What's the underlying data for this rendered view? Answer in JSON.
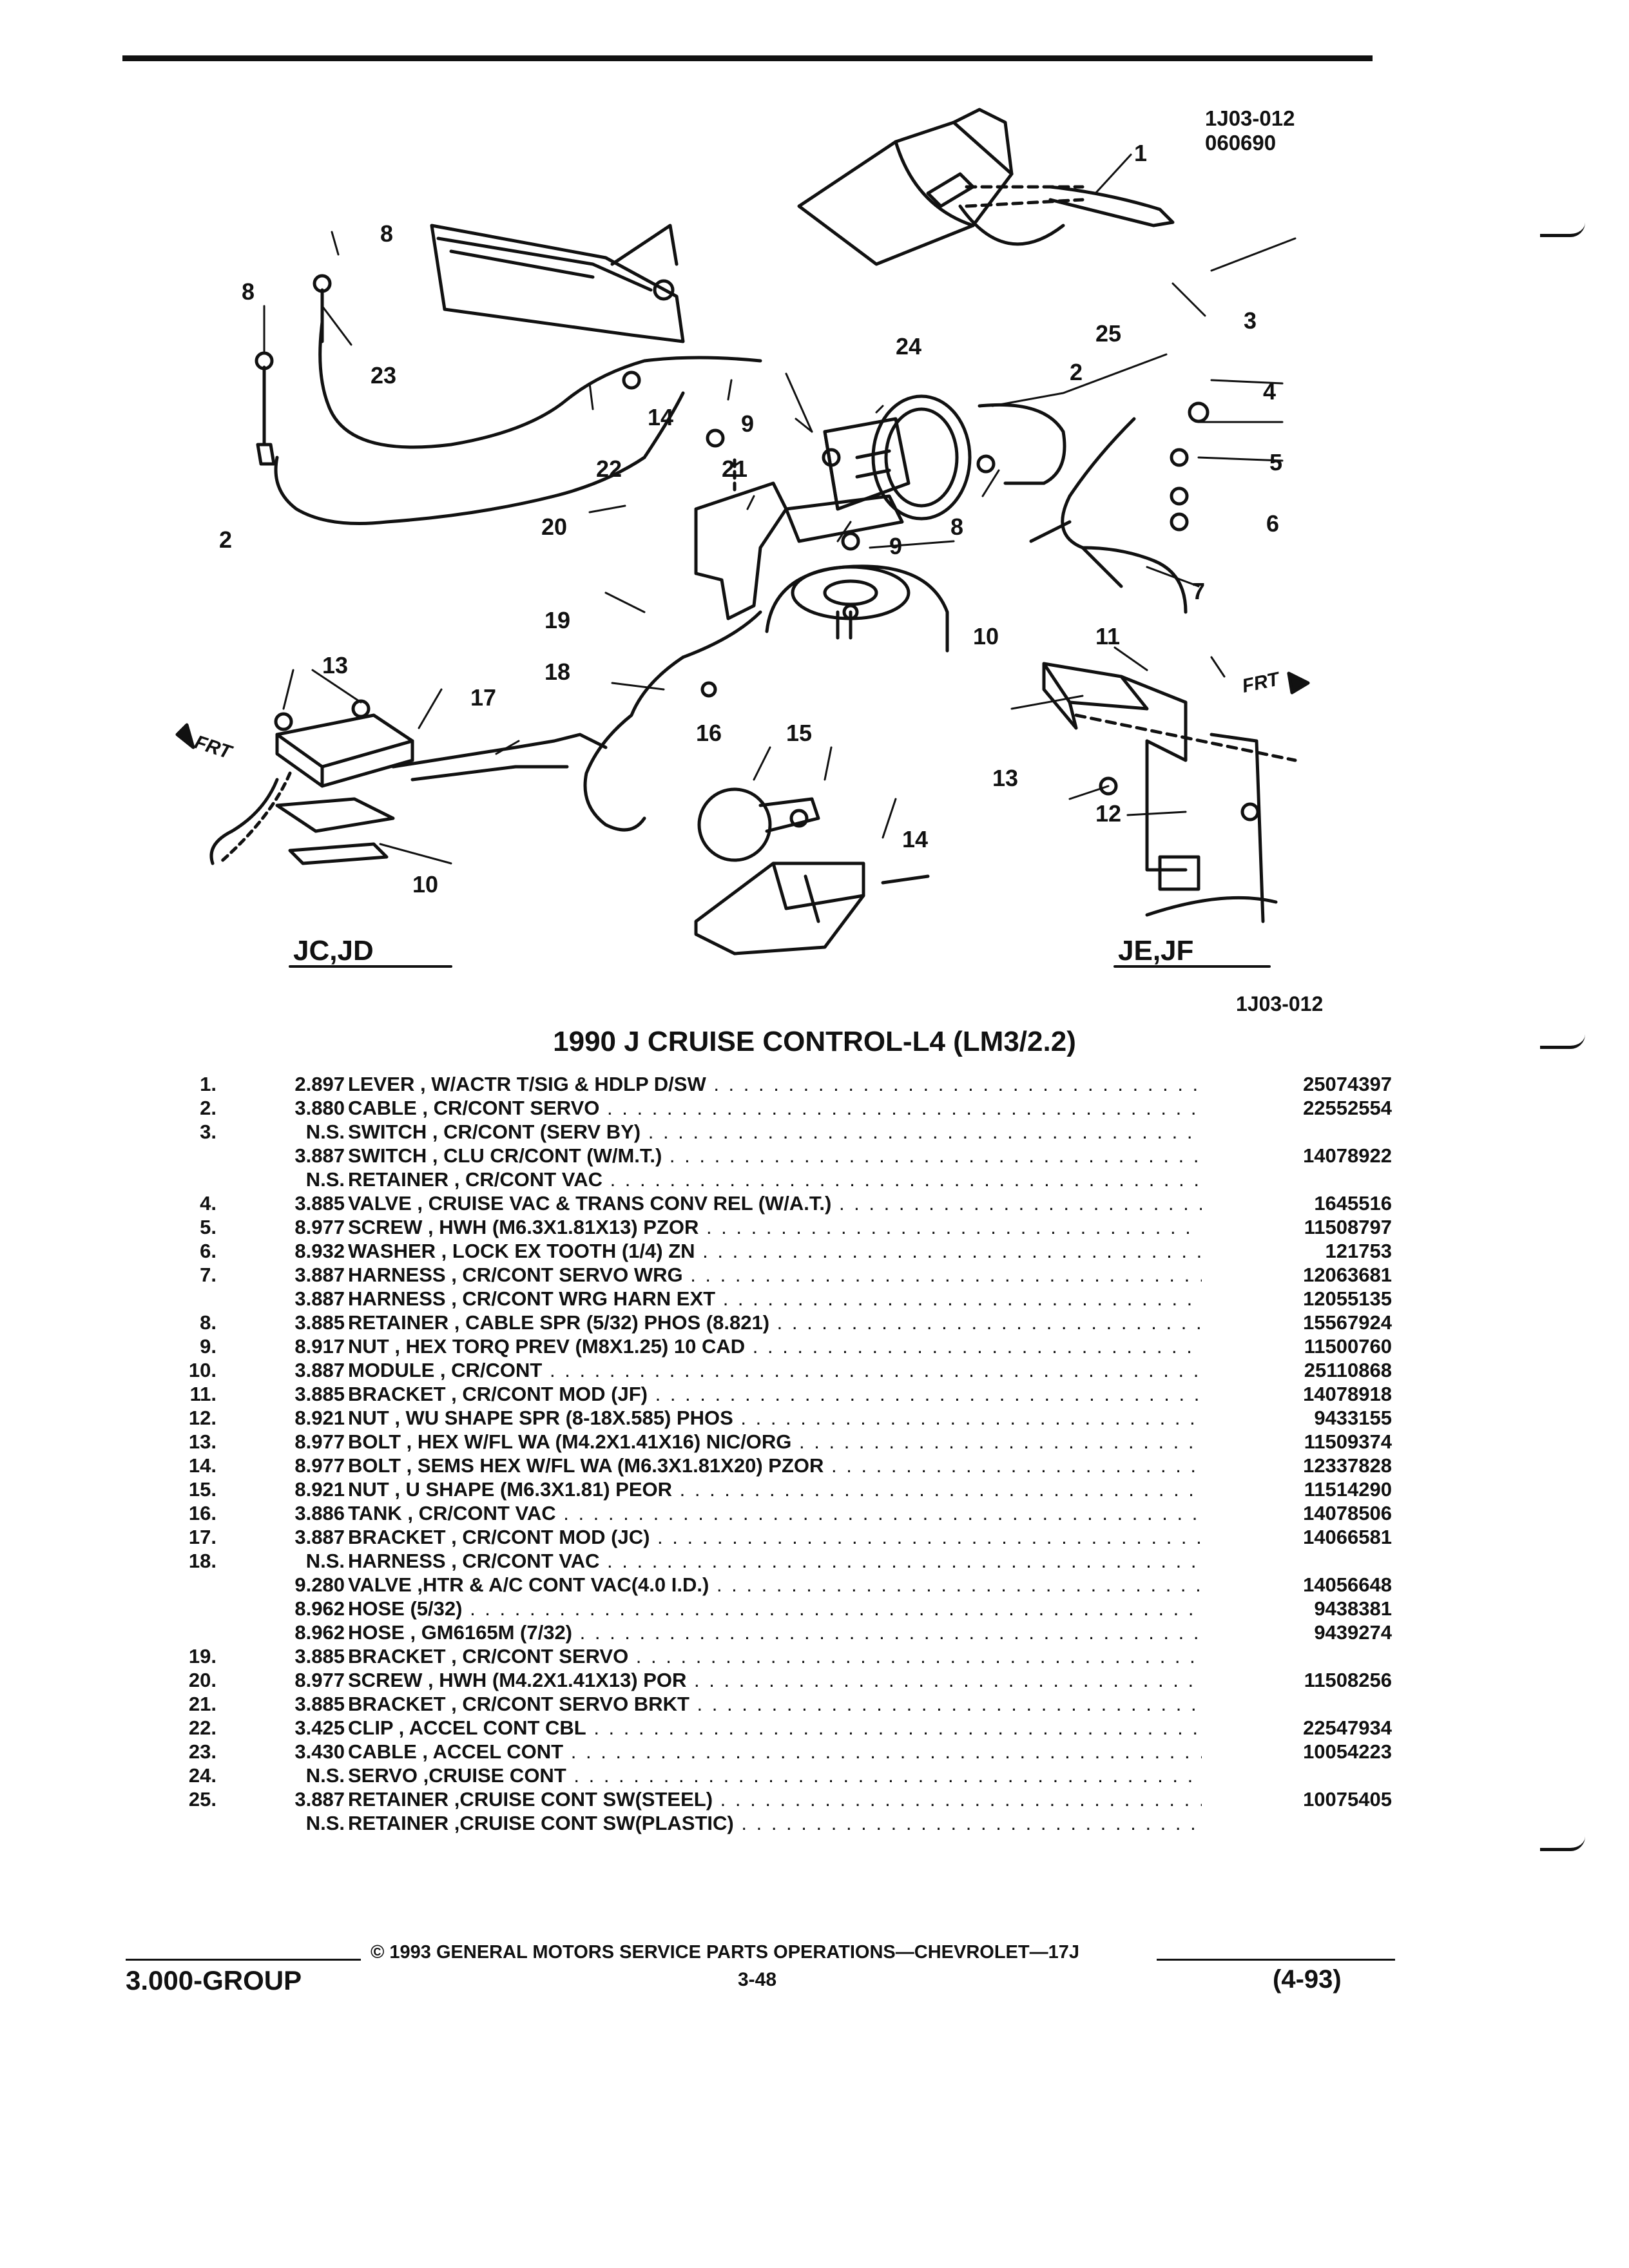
{
  "illustration": {
    "id": "1J03-012",
    "date_code": "060690",
    "ref_below": "1J03-012",
    "callouts": {
      "c1": "1",
      "c2a": "2",
      "c2b": "2",
      "c3": "3",
      "c4": "4",
      "c5": "5",
      "c6": "6",
      "c7": "7",
      "c8a": "8",
      "c8b": "8",
      "c8c": "8",
      "c9a": "9",
      "c9b": "9",
      "c10a": "10",
      "c10b": "10",
      "c11": "11",
      "c12": "12",
      "c13a": "13",
      "c13b": "13",
      "c14a": "14",
      "c14b": "14",
      "c15": "15",
      "c16": "16",
      "c17": "17",
      "c18": "18",
      "c19": "19",
      "c20": "20",
      "c21": "21",
      "c22": "22",
      "c23": "23",
      "c24": "24",
      "c25": "25"
    },
    "frt_left": "FRT",
    "frt_right": "FRT",
    "label_left": "JC,JD",
    "label_right": "JE,JF"
  },
  "parts_list": {
    "title": "1990 J CRUISE CONTROL-L4 (LM3/2.2)",
    "rows": [
      {
        "no": "1.",
        "code": "2.897",
        "desc": "LEVER , W/ACTR T/SIG & HDLP D/SW",
        "pn": "25074397"
      },
      {
        "no": "2.",
        "code": "3.880",
        "desc": "CABLE , CR/CONT SERVO",
        "pn": "22552554"
      },
      {
        "no": "3.",
        "code": "N.S.",
        "desc": "SWITCH , CR/CONT (SERV BY)",
        "pn": ""
      },
      {
        "no": "",
        "code": "3.887",
        "desc": "SWITCH , CLU CR/CONT (W/M.T.)",
        "pn": "14078922"
      },
      {
        "no": "",
        "code": "N.S.",
        "desc": "RETAINER , CR/CONT VAC",
        "pn": ""
      },
      {
        "no": "4.",
        "code": "3.885",
        "desc": "VALVE , CRUISE VAC & TRANS CONV REL (W/A.T.)",
        "pn": "1645516"
      },
      {
        "no": "5.",
        "code": "8.977",
        "desc": "SCREW , HWH (M6.3X1.81X13) PZOR",
        "pn": "11508797"
      },
      {
        "no": "6.",
        "code": "8.932",
        "desc": "WASHER , LOCK EX TOOTH (1/4) ZN",
        "pn": "121753"
      },
      {
        "no": "7.",
        "code": "3.887",
        "desc": "HARNESS , CR/CONT SERVO WRG",
        "pn": "12063681"
      },
      {
        "no": "",
        "code": "3.887",
        "desc": "HARNESS , CR/CONT WRG HARN EXT",
        "pn": "12055135"
      },
      {
        "no": "8.",
        "code": "3.885",
        "desc": "RETAINER , CABLE SPR (5/32) PHOS (8.821)",
        "pn": "15567924"
      },
      {
        "no": "9.",
        "code": "8.917",
        "desc": "NUT , HEX TORQ PREV (M8X1.25) 10 CAD",
        "pn": "11500760"
      },
      {
        "no": "10.",
        "code": "3.887",
        "desc": "MODULE , CR/CONT",
        "pn": "25110868"
      },
      {
        "no": "11.",
        "code": "3.885",
        "desc": "BRACKET , CR/CONT MOD (JF)",
        "pn": "14078918"
      },
      {
        "no": "12.",
        "code": "8.921",
        "desc": "NUT , WU SHAPE SPR (8-18X.585) PHOS",
        "pn": "9433155"
      },
      {
        "no": "13.",
        "code": "8.977",
        "desc": "BOLT , HEX W/FL WA (M4.2X1.41X16) NIC/ORG",
        "pn": "11509374"
      },
      {
        "no": "14.",
        "code": "8.977",
        "desc": "BOLT , SEMS HEX W/FL WA (M6.3X1.81X20) PZOR",
        "pn": "12337828"
      },
      {
        "no": "15.",
        "code": "8.921",
        "desc": "NUT , U SHAPE (M6.3X1.81) PEOR",
        "pn": "11514290"
      },
      {
        "no": "16.",
        "code": "3.886",
        "desc": "TANK , CR/CONT VAC",
        "pn": "14078506"
      },
      {
        "no": "17.",
        "code": "3.887",
        "desc": "BRACKET , CR/CONT MOD (JC)",
        "pn": "14066581"
      },
      {
        "no": "18.",
        "code": "N.S.",
        "desc": "HARNESS , CR/CONT VAC",
        "pn": ""
      },
      {
        "no": "",
        "code": "9.280",
        "desc": "VALVE ,HTR & A/C CONT VAC(4.0 I.D.)",
        "pn": "14056648"
      },
      {
        "no": "",
        "code": "8.962",
        "desc": "HOSE (5/32)",
        "pn": "9438381"
      },
      {
        "no": "",
        "code": "8.962",
        "desc": "HOSE , GM6165M (7/32)",
        "pn": "9439274"
      },
      {
        "no": "19.",
        "code": "3.885",
        "desc": "BRACKET , CR/CONT SERVO",
        "pn": ""
      },
      {
        "no": "20.",
        "code": "8.977",
        "desc": "SCREW , HWH (M4.2X1.41X13) POR",
        "pn": "11508256"
      },
      {
        "no": "21.",
        "code": "3.885",
        "desc": "BRACKET , CR/CONT SERVO BRKT",
        "pn": ""
      },
      {
        "no": "22.",
        "code": "3.425",
        "desc": "CLIP , ACCEL CONT CBL",
        "pn": "22547934"
      },
      {
        "no": "23.",
        "code": "3.430",
        "desc": "CABLE , ACCEL CONT",
        "pn": "10054223"
      },
      {
        "no": "24.",
        "code": "N.S.",
        "desc": "SERVO ,CRUISE CONT",
        "pn": ""
      },
      {
        "no": "25.",
        "code": "3.887",
        "desc": "RETAINER ,CRUISE CONT SW(STEEL)",
        "pn": "10075405"
      },
      {
        "no": "",
        "code": "N.S.",
        "desc": "RETAINER ,CRUISE CONT SW(PLASTIC)",
        "pn": ""
      }
    ]
  },
  "footer": {
    "copyright": "© 1993 GENERAL MOTORS SERVICE PARTS OPERATIONS—CHEVROLET—17J",
    "group": "3.000-GROUP",
    "page": "3-48",
    "date": "(4-93)"
  }
}
